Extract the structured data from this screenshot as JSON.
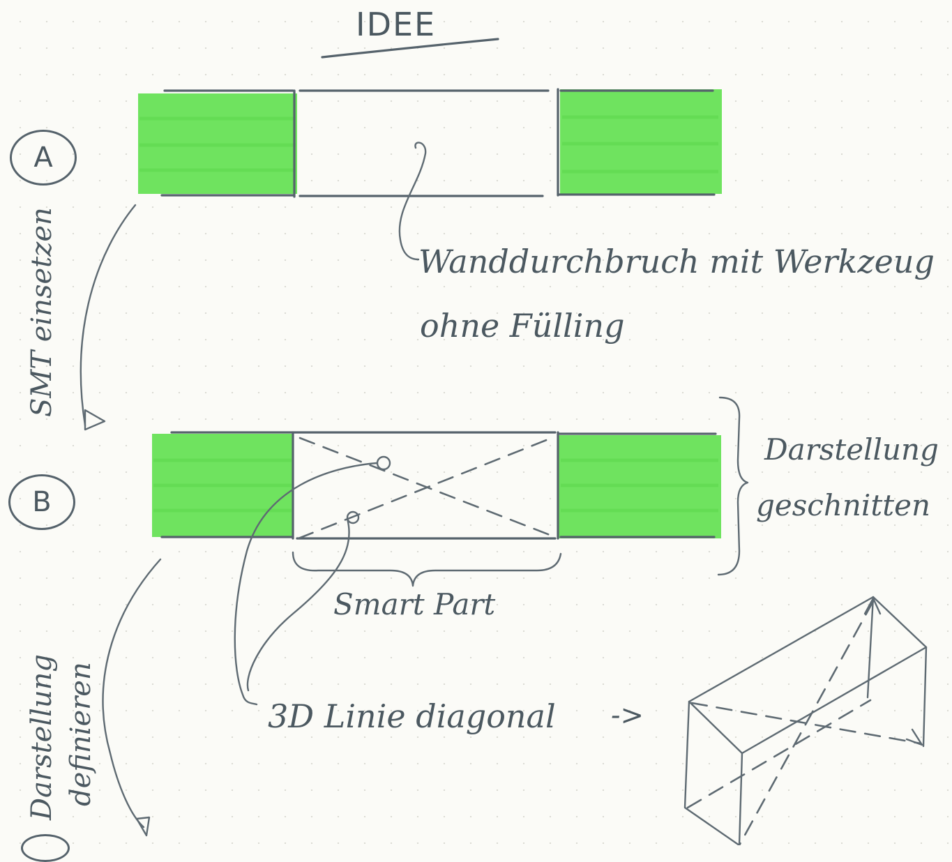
{
  "title": "IDEE",
  "sections": [
    {
      "label": "A"
    },
    {
      "label": "B"
    }
  ],
  "annotations": {
    "wall_opening_line1": "Wanddurchbruch mit Werkzeug",
    "wall_opening_line2": "ohne Fülling",
    "smt_insert": "SMT einsetzen",
    "representation_cut_line1": "Darstellung",
    "representation_cut_line2": "geschnitten",
    "smart_part": "Smart Part",
    "line_3d": "3D Linie diagonal",
    "arrow": "->",
    "define_line1": "Darstellung",
    "define_line2": "definieren"
  },
  "colors": {
    "ink": "#55626b",
    "highlighter": "#6fe35f",
    "paper": "#fbfbf7"
  }
}
